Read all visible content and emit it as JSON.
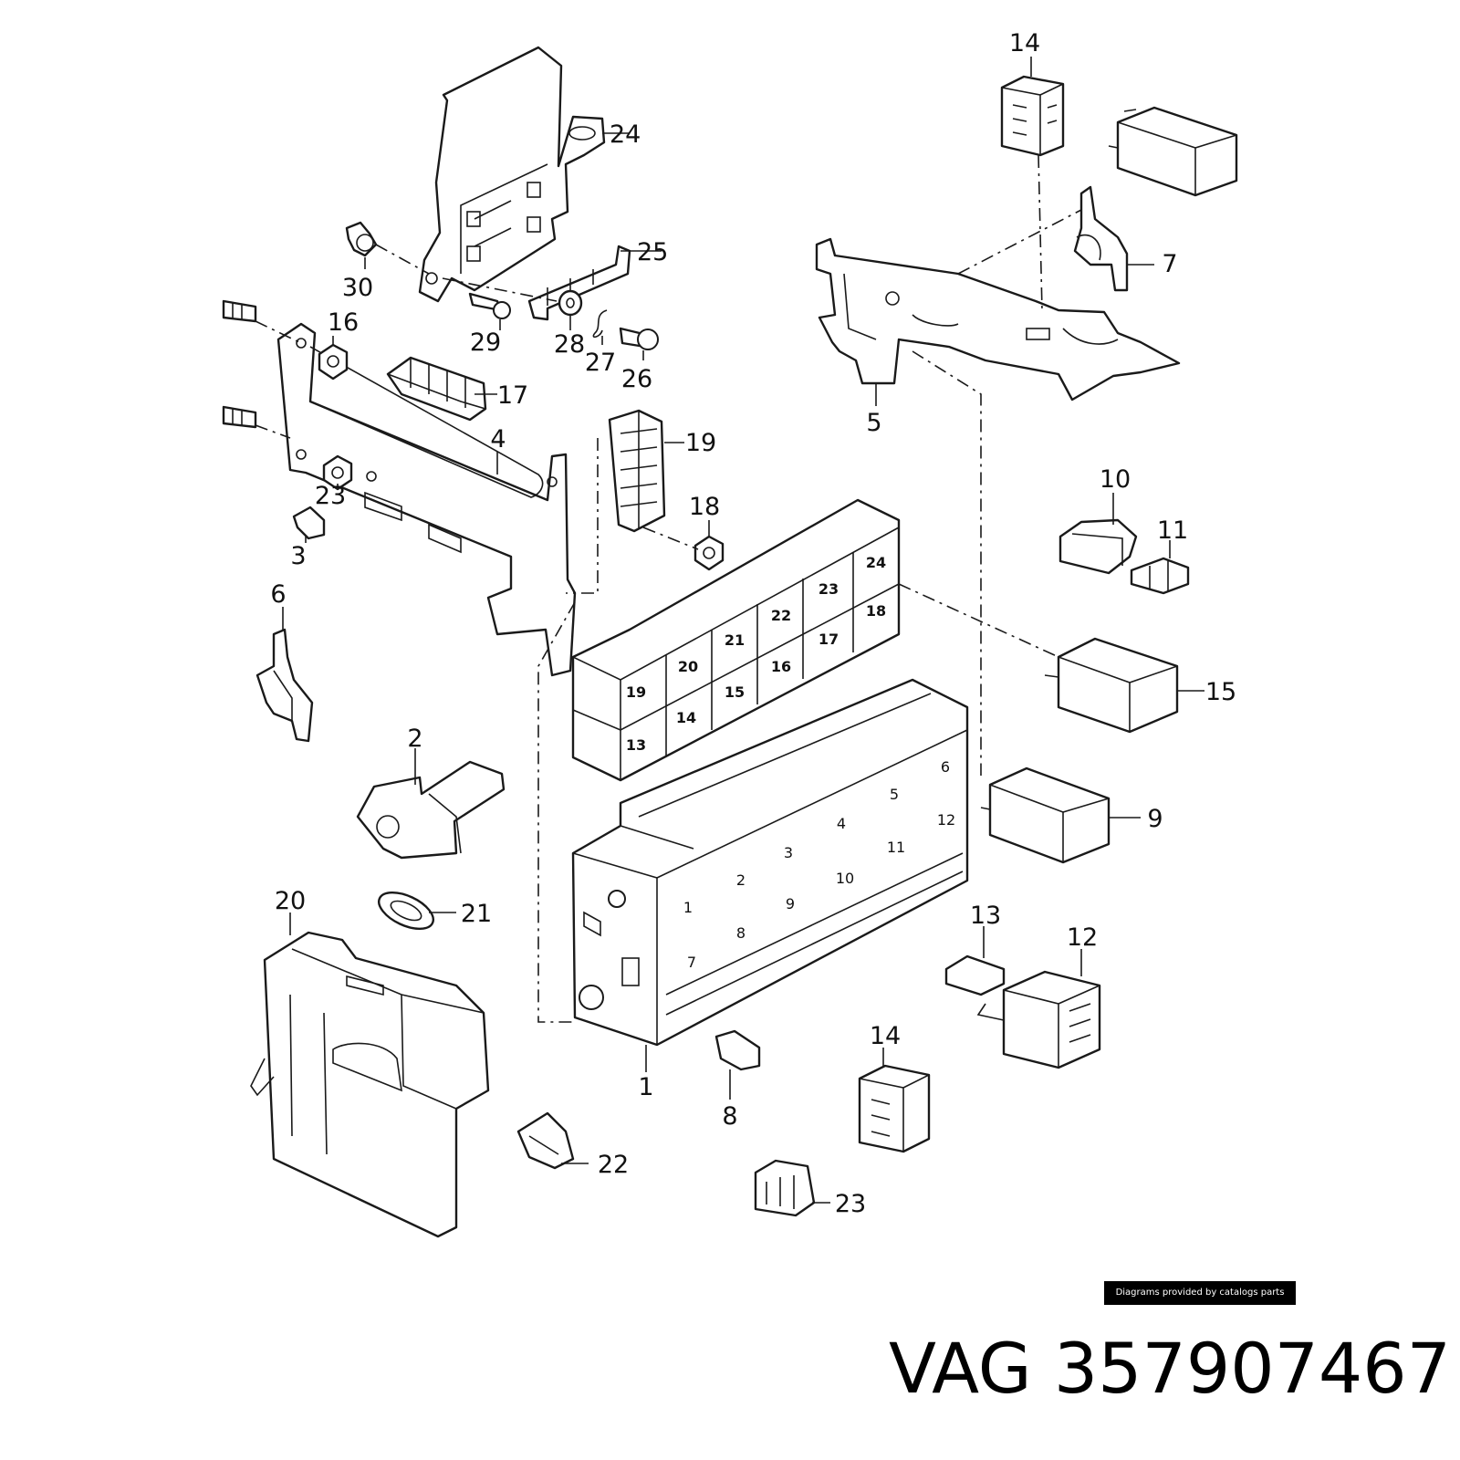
{
  "credit": "Diagrams provided by catalogs parts",
  "brand": "VAG",
  "part_number": "357907467",
  "callouts": [
    "14",
    "24",
    "25",
    "30",
    "29",
    "28",
    "27",
    "26",
    "7",
    "16",
    "17",
    "5",
    "4",
    "19",
    "23",
    "3",
    "18",
    "10",
    "11",
    "6",
    "15",
    "2",
    "9",
    "20",
    "21",
    "13",
    "12",
    "1",
    "8",
    "14",
    "22",
    "23"
  ],
  "relay_slots": [
    "24",
    "23",
    "22",
    "21",
    "20",
    "19",
    "18",
    "17",
    "16",
    "15",
    "14",
    "13"
  ],
  "fuse_slots": [
    "1",
    "2",
    "3",
    "4",
    "5",
    "6",
    "7",
    "8",
    "9",
    "10",
    "11",
    "12"
  ]
}
